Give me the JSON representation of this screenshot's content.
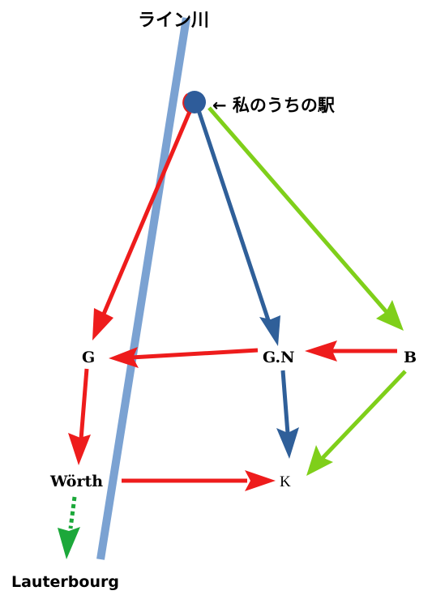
{
  "diagram": {
    "river_label": "ライン川",
    "home_label": "← 私のうちの駅",
    "nodes": {
      "G": "G",
      "GN": "G.N",
      "B": "B",
      "Worth": "Wörth",
      "K": "K",
      "Lauterbourg": "Lauterbourg"
    }
  },
  "colors": {
    "river": "#7ba2d2",
    "home_node": "#2e5c9a",
    "home_node_outline": "#e02020",
    "red": "#ee1c1c",
    "blue": "#2f5f99",
    "lime": "#7fcf1a",
    "dotted_green": "#1ca83a"
  }
}
